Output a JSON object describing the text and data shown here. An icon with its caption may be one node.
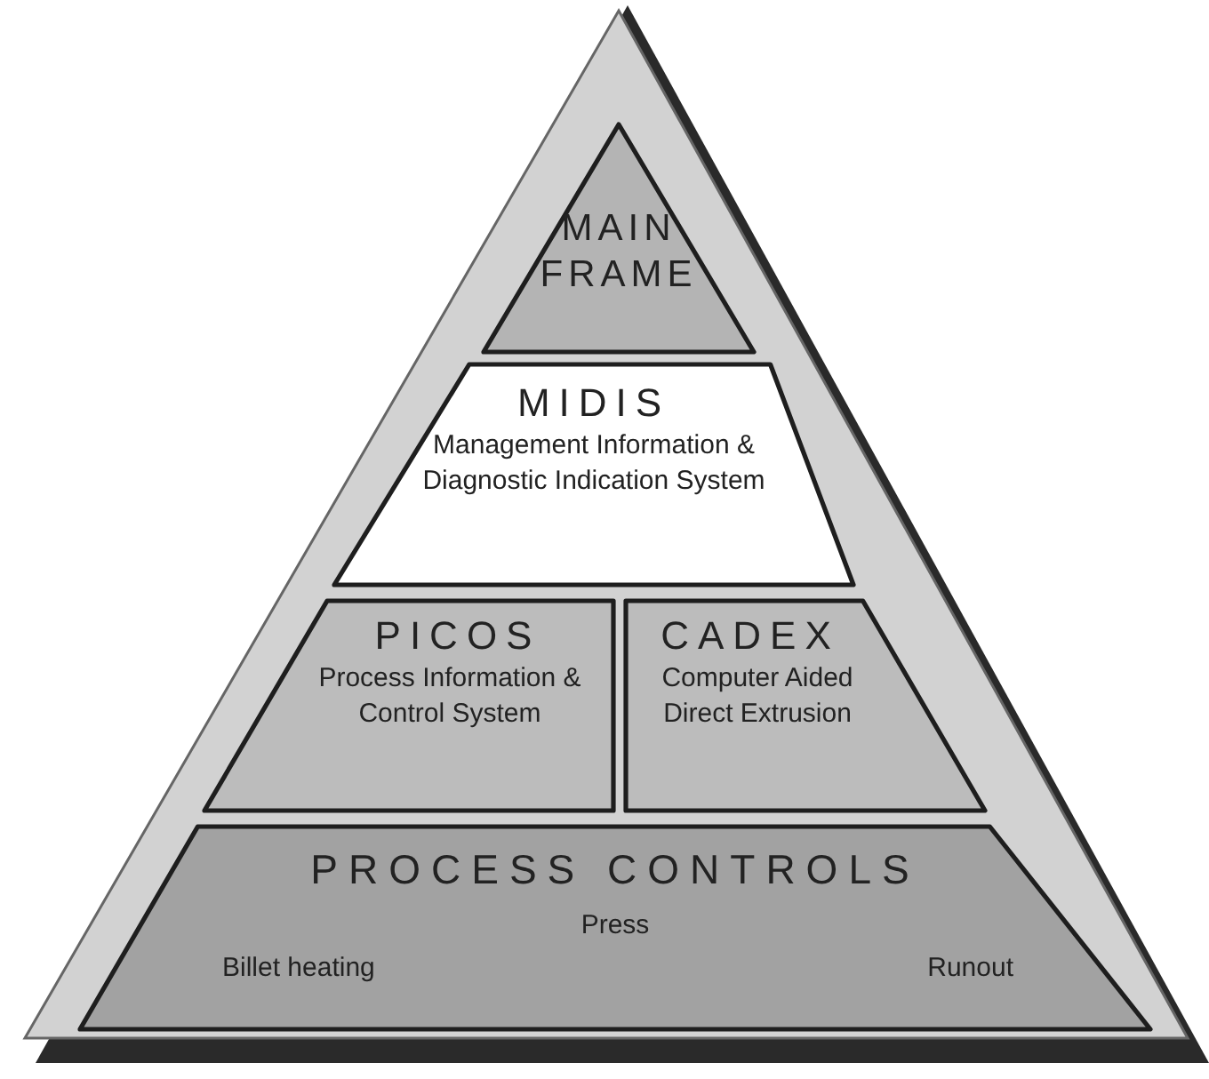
{
  "diagram": {
    "nodes": [
      {
        "text": [
          "MAIN FRAME"
        ]
      },
      {
        "text": [
          "MIDIS",
          "Management Information & Diagnostic Indication System"
        ]
      },
      {
        "text": [
          "PICOS",
          "Process Information & Control System"
        ]
      },
      {
        "text": [
          "CADEX",
          "Computer Aided Direct Extrusion"
        ]
      },
      {
        "text": [
          "PROCESS CONTROLS",
          "Press",
          "Billet heating",
          "Runout"
        ]
      }
    ],
    "edges": []
  }
}
